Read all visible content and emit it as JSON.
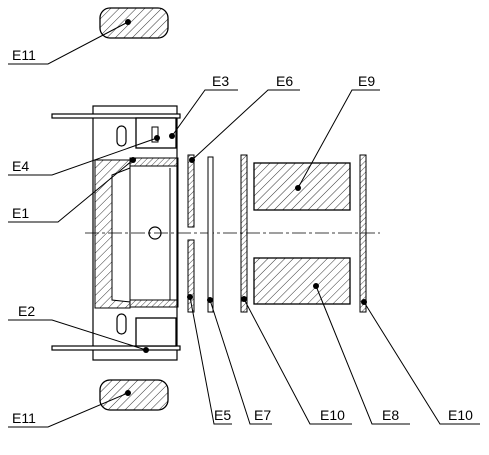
{
  "labels": {
    "e11_top": "E11",
    "e3": "E3",
    "e6": "E6",
    "e9": "E9",
    "e4": "E4",
    "e1": "E1",
    "e2": "E2",
    "e11_bottom": "E11",
    "e5": "E5",
    "e7": "E7",
    "e10_left": "E10",
    "e8": "E8",
    "e10_right": "E10"
  },
  "colors": {
    "stroke": "#000000",
    "hatch": "#000000",
    "background": "#ffffff"
  }
}
